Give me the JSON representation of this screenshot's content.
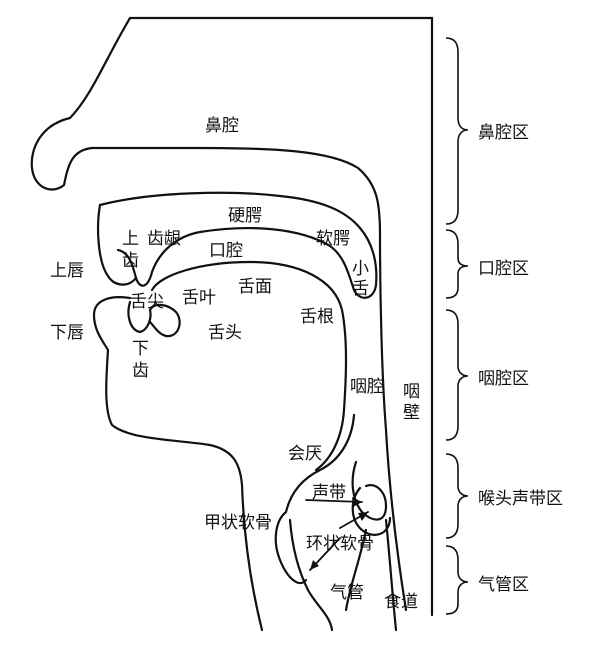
{
  "labels": {
    "nasal_cavity": "鼻腔",
    "hard_palate": "硬腭",
    "upper_teeth_1": "上",
    "upper_teeth_2": "齿",
    "alveolar_ridge": "齿龈",
    "oral_cavity": "口腔",
    "soft_palate": "软腭",
    "uvula_1": "小",
    "uvula_2": "舌",
    "upper_lip": "上唇",
    "tongue_tip": "舌尖",
    "tongue_blade": "舌叶",
    "tongue_surface": "舌面",
    "tongue_root": "舌根",
    "lower_lip": "下唇",
    "lower_teeth_1": "下",
    "lower_teeth_2": "齿",
    "tongue_body": "舌头",
    "pharyngeal_cavity": "咽腔",
    "pharyngeal_wall_1": "咽",
    "pharyngeal_wall_2": "壁",
    "epiglottis": "会厌",
    "vocal_cords": "声带",
    "thyroid_cartilage": "甲状软骨",
    "cricoid_cartilage": "环状软骨",
    "trachea": "气管",
    "esophagus": "食道"
  },
  "regions": {
    "nasal": "鼻腔区",
    "oral": "口腔区",
    "pharyngeal": "咽腔区",
    "larynx": "喉头声带区",
    "trachea": "气管区"
  }
}
